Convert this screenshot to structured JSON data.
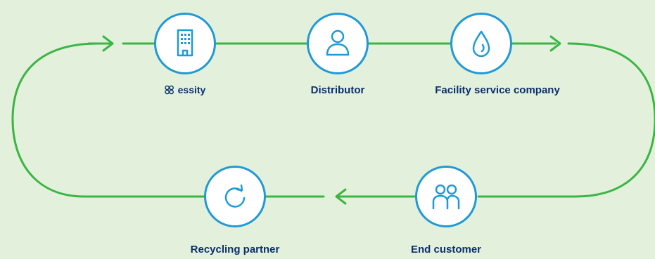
{
  "colors": {
    "background": "#e3f1dc",
    "flow_line": "#3cb545",
    "node_border": "#1f9ad6",
    "label_text": "#0b2f6b"
  },
  "nodes": [
    {
      "id": "manufacturer",
      "icon": "building-icon",
      "label": "essity",
      "logo": "essity-logo-icon"
    },
    {
      "id": "distributor",
      "icon": "person-icon",
      "label": "Distributor"
    },
    {
      "id": "facility",
      "icon": "water-drop-icon",
      "label": "Facility service company"
    },
    {
      "id": "end-customer",
      "icon": "two-people-icon",
      "label": "End customer"
    },
    {
      "id": "recycling",
      "icon": "refresh-arrow-icon",
      "label": "Recycling partner"
    }
  ]
}
